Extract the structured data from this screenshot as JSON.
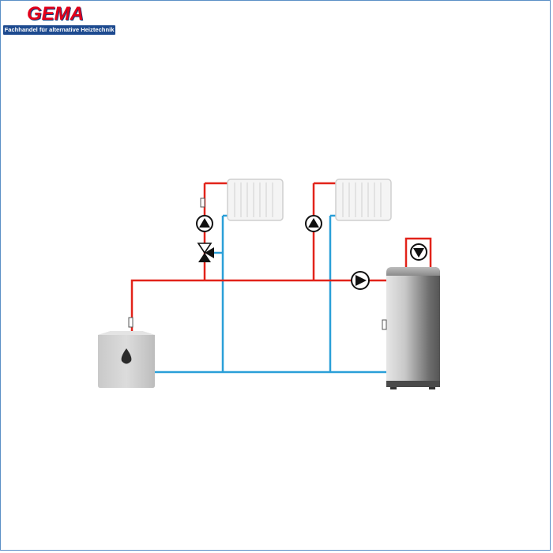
{
  "logo": {
    "brand": "GEMA",
    "tagline": "Fachhandel für alternative Heiztechnik"
  },
  "colors": {
    "flow": "#e2231a",
    "return": "#2a9fd8",
    "frame": "#5b8fc6",
    "brand_red": "#e2001a",
    "brand_blue": "#1d4a8f"
  },
  "components": [
    {
      "name": "boiler",
      "icon": "drop-icon"
    },
    {
      "name": "radiator-left"
    },
    {
      "name": "radiator-right"
    },
    {
      "name": "circulation-pump-left",
      "icon": "pump-icon"
    },
    {
      "name": "circulation-pump-right",
      "icon": "pump-icon"
    },
    {
      "name": "three-way-mixing-valve",
      "icon": "valve-icon"
    },
    {
      "name": "storage-tank-charging-pump",
      "icon": "pump-icon"
    },
    {
      "name": "hot-water-circulation-pump",
      "icon": "pump-icon"
    },
    {
      "name": "hot-water-storage-tank"
    }
  ]
}
